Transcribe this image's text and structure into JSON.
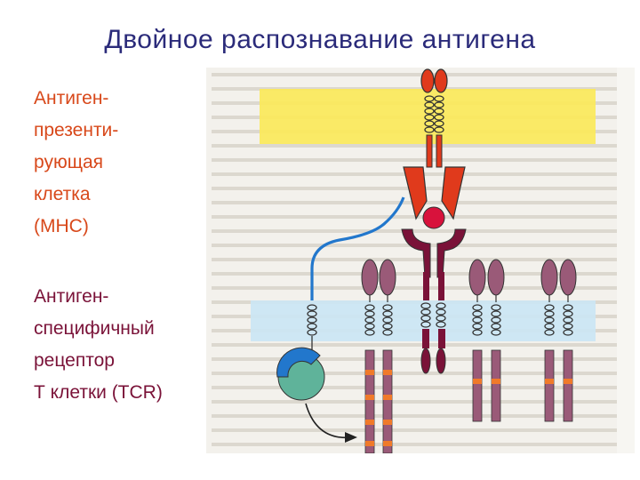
{
  "slide": {
    "title": "Двойное распознавание антигена"
  },
  "captions": {
    "apc_lines": [
      "Антиген-",
      "презенти-",
      "рующая",
      "клетка",
      "(MHC)"
    ],
    "tcr_lines": [
      "Антиген-",
      "специфичный",
      "рецептор",
      "Т клетки (TCR)"
    ]
  },
  "colors": {
    "title": "#2b2b7a",
    "apc_caption": "#d8481a",
    "tcr_caption": "#7a1238",
    "membrane_top": "#fbe95a",
    "membrane_bottom": "#cbe6f4",
    "mhc": "#e03a1c",
    "antigen": "#d8123c",
    "tcr": "#7a1238",
    "coreceptor": "#9a5a78",
    "signal_arrow": "#2277cc",
    "kinase": "#5fb39a"
  }
}
